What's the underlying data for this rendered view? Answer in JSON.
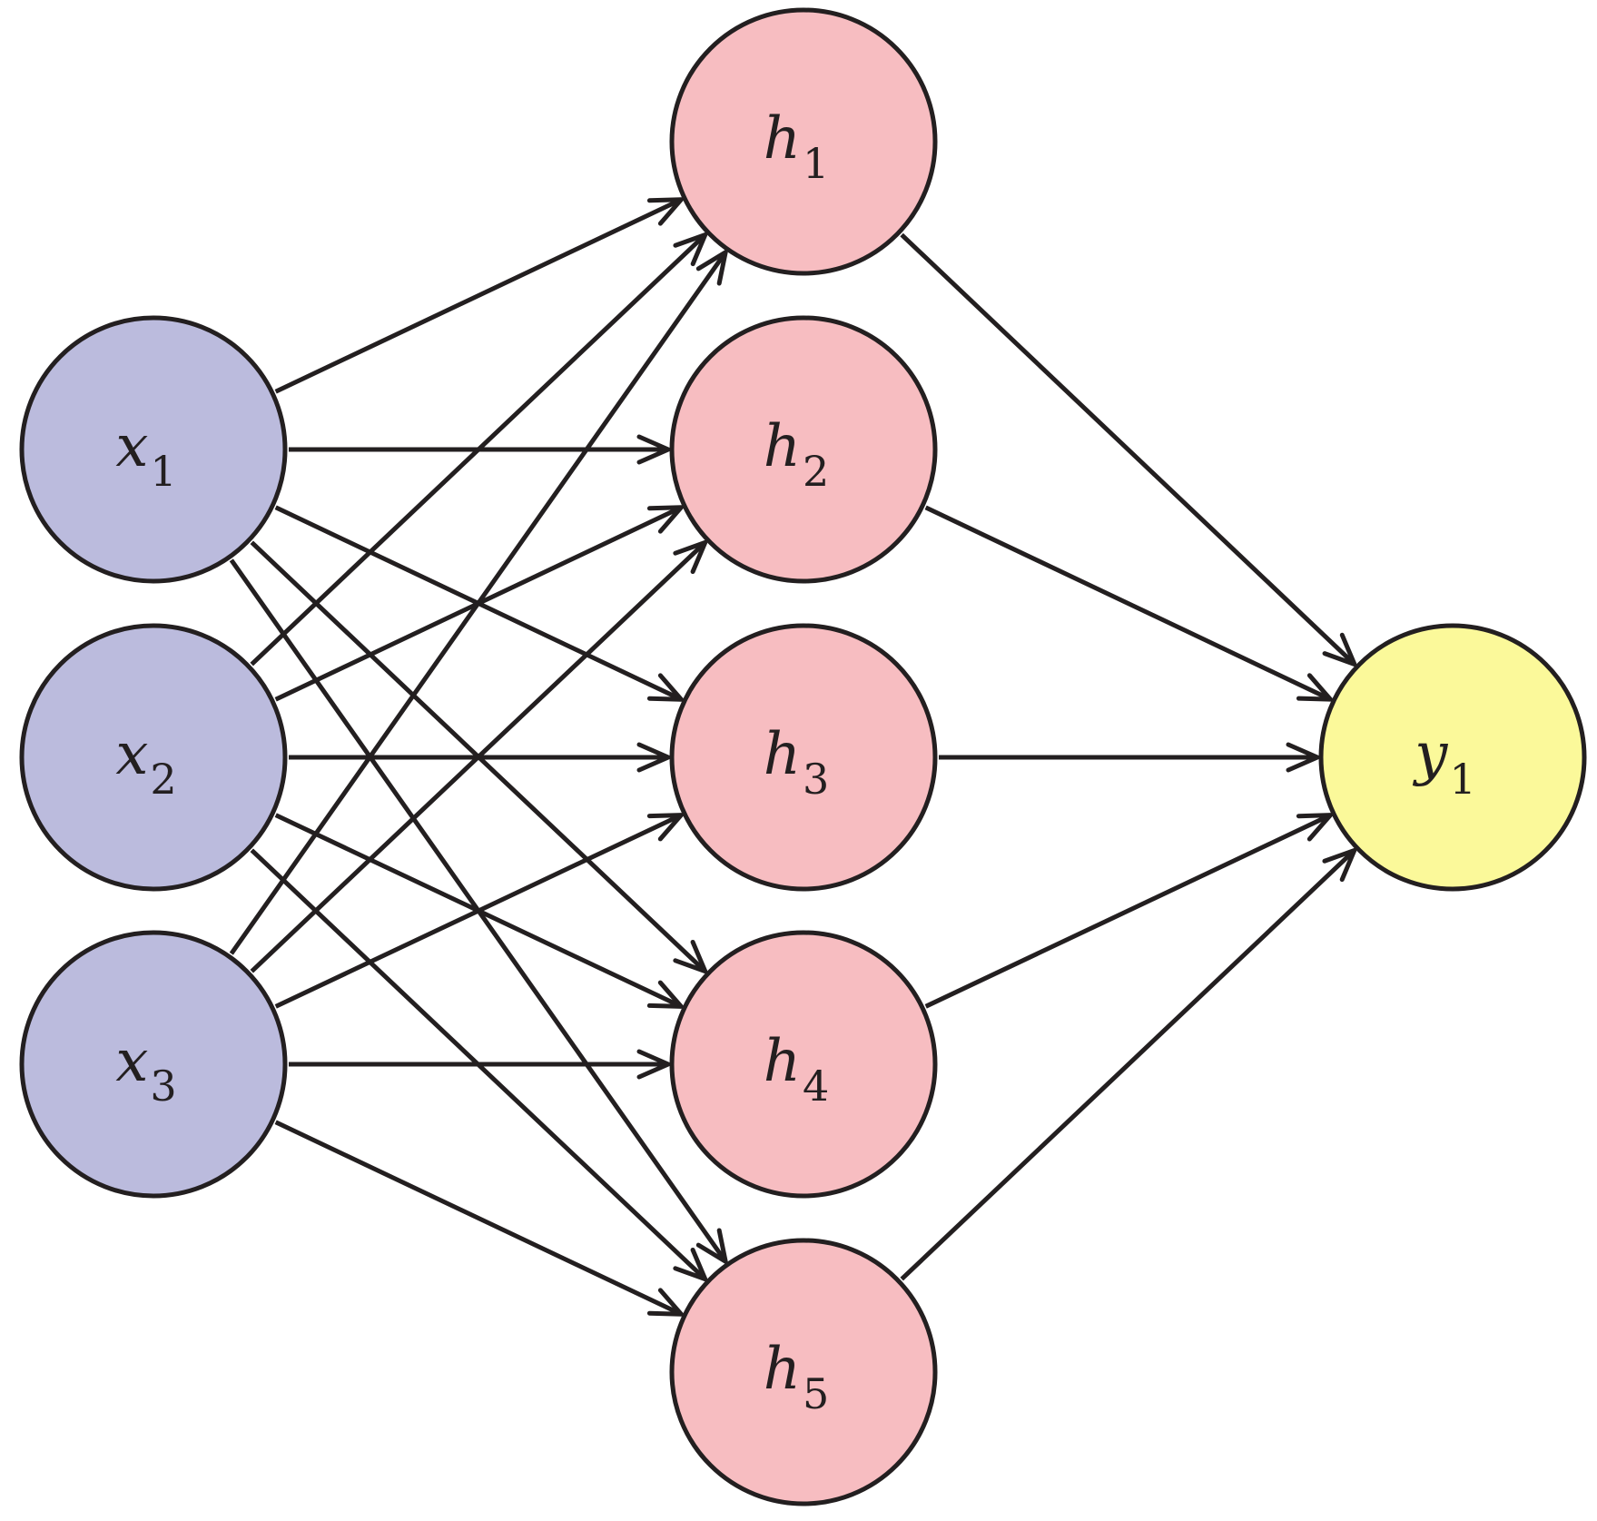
{
  "colors": {
    "input": "#bbbbdd",
    "hidden": "#f7bdc1",
    "output": "#fbf99a",
    "stroke": "#231f20"
  },
  "layers": [
    {
      "id": "input",
      "nodes": [
        {
          "id": "x1",
          "var": "x",
          "sub": "1"
        },
        {
          "id": "x2",
          "var": "x",
          "sub": "2"
        },
        {
          "id": "x3",
          "var": "x",
          "sub": "3"
        }
      ]
    },
    {
      "id": "hidden",
      "nodes": [
        {
          "id": "h1",
          "var": "h",
          "sub": "1"
        },
        {
          "id": "h2",
          "var": "h",
          "sub": "2"
        },
        {
          "id": "h3",
          "var": "h",
          "sub": "3"
        },
        {
          "id": "h4",
          "var": "h",
          "sub": "4"
        },
        {
          "id": "h5",
          "var": "h",
          "sub": "5"
        }
      ]
    },
    {
      "id": "output",
      "nodes": [
        {
          "id": "y1",
          "var": "y",
          "sub": "1"
        }
      ]
    }
  ],
  "connections": "fully-connected"
}
